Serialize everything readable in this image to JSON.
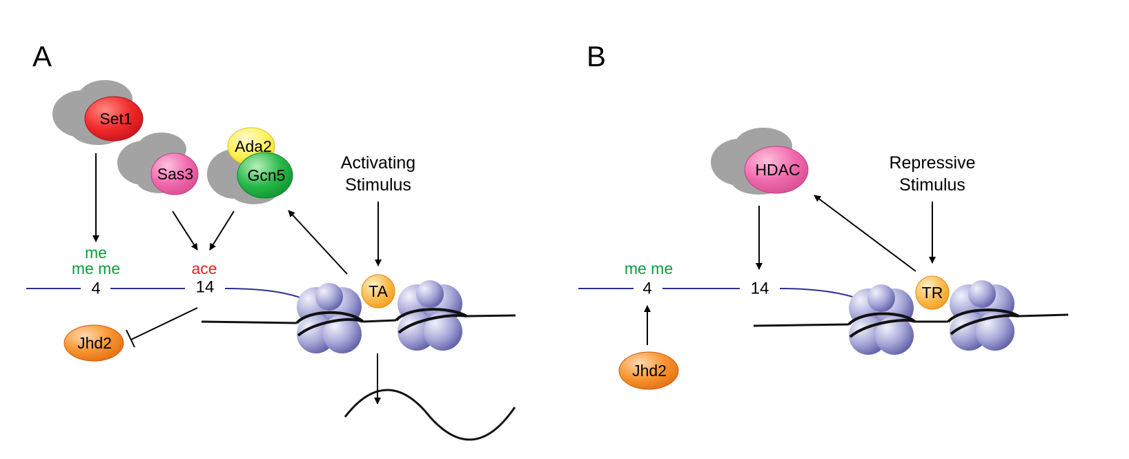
{
  "panel_a": {
    "label": "A",
    "enzymes": {
      "set1": "Set1",
      "sas3": "Sas3",
      "ada2": "Ada2",
      "gcn5": "Gcn5",
      "jhd2": "Jhd2"
    },
    "stimulus_line1": "Activating",
    "stimulus_line2": "Stimulus",
    "factor": "TA",
    "site_k4": "4",
    "site_k14": "14",
    "k4_mark_line1": "me",
    "k4_mark_line2": "me me",
    "k14_mark": "ace"
  },
  "panel_b": {
    "label": "B",
    "enzymes": {
      "hdac": "HDAC",
      "jhd2": "Jhd2"
    },
    "stimulus_line1": "Repressive",
    "stimulus_line2": "Stimulus",
    "factor": "TR",
    "site_k4": "4",
    "site_k14": "14",
    "k4_mark": "me me"
  },
  "colors": {
    "complex_gray": "#a3a3a3",
    "set1_red": "#e8202a",
    "sas3_pink": "#ef5fa7",
    "ada2_yellow": "#ffee44",
    "gcn5_green": "#1eb04a",
    "hdac_pink": "#ef5fa7",
    "jhd2_orange": "#f58a2a",
    "factor_orange": "#f8ae3a",
    "nucleosome_purple": "#7d7ec0",
    "histone_tail_blue": "#2b2f8e",
    "methyl_green": "#0f9a3e",
    "acetyl_red": "#e8202a"
  }
}
